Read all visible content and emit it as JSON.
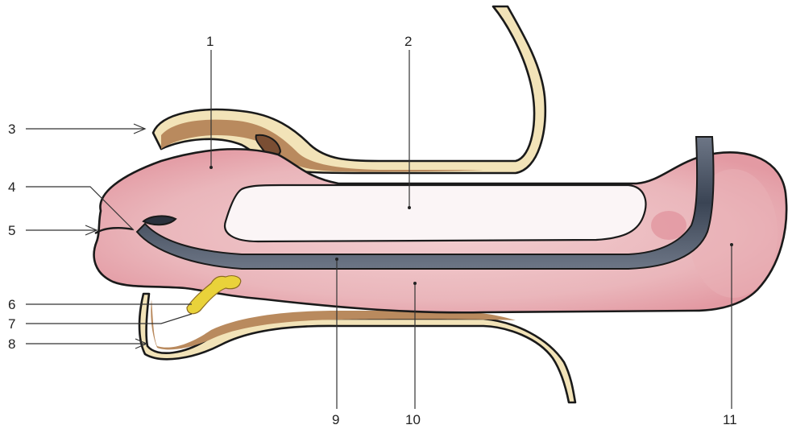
{
  "labels": {
    "l1": "1",
    "l2": "2",
    "l3": "3",
    "l4": "4",
    "l5": "5",
    "l6": "6",
    "l7": "7",
    "l8": "8",
    "l9": "9",
    "l10": "10",
    "l11": "11"
  },
  "colors": {
    "tissue_pink": "#eec3c6",
    "tissue_pink_dark": "#e49aa3",
    "duct_dark": "#4a5566",
    "skin_brown": "#b98a5e",
    "skin_cream": "#f2e3b8",
    "gland_yellow": "#e9d23a",
    "cavity_white": "#fbf5f6",
    "background": "#ffffff"
  }
}
